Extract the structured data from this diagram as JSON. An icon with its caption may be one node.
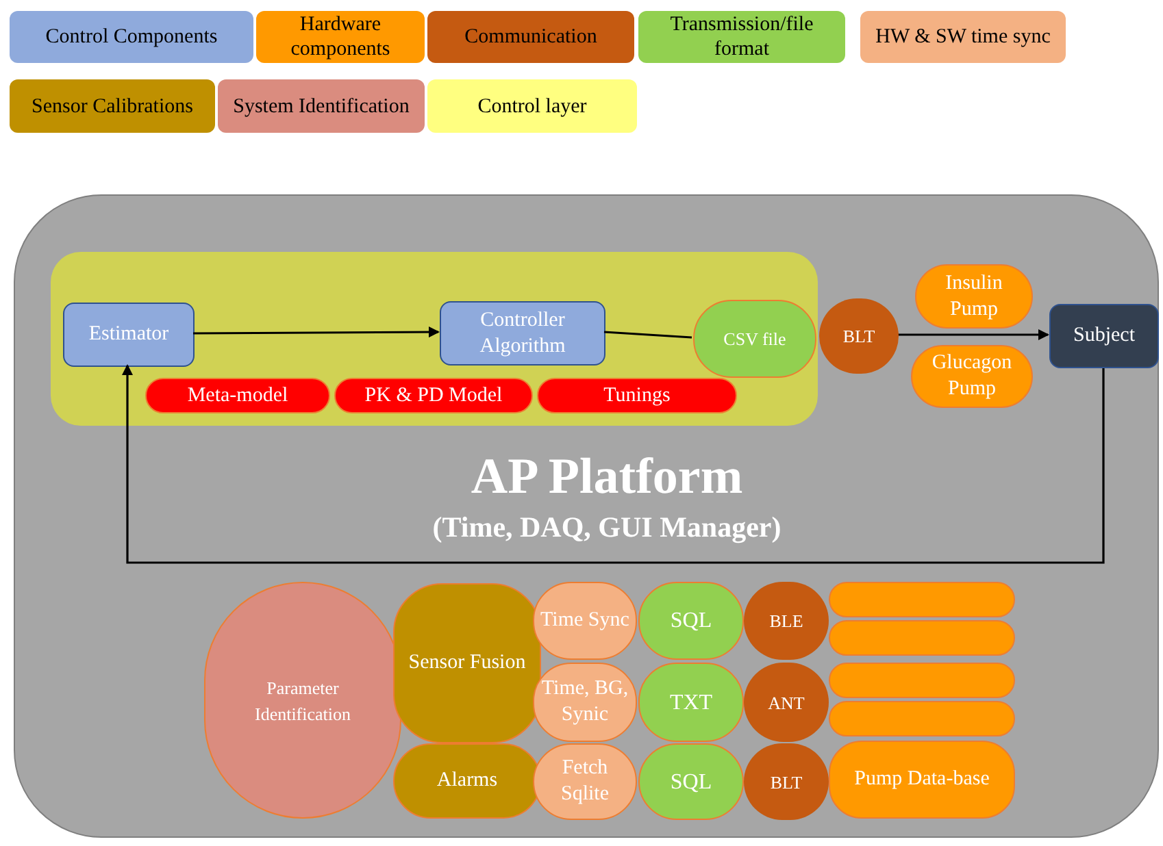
{
  "diagram": {
    "nodes": [
      {
        "text": [
          "AP Platform",
          "(Time, DAQ, GUI Manager)"
        ]
      },
      {
        "text": [],
        "shape": "box",
        "in": 0
      },
      {
        "text": [
          "Estimator"
        ],
        "in": 1
      },
      {
        "text": [
          "Controller Algorithm"
        ],
        "in": 1
      },
      {
        "text": [
          "Meta-model"
        ],
        "in": 1
      },
      {
        "text": [
          "PK & PD Model"
        ],
        "in": 1
      },
      {
        "text": [
          "Tunings"
        ],
        "in": 1
      },
      {
        "text": [
          "CSV file"
        ],
        "in": 1
      },
      {
        "text": [
          "BLT"
        ],
        "in": 0
      },
      {
        "text": [
          "Insulin Pump"
        ],
        "in": 0
      },
      {
        "text": [
          "Glucagon Pump"
        ],
        "in": 0
      },
      {
        "text": [
          "Subject"
        ],
        "in": 0
      },
      {
        "text": [
          "Parameter Identification"
        ],
        "in": 0
      },
      {
        "text": [
          "Sensor Fusion"
        ],
        "in": 0
      },
      {
        "text": [
          "Alarms"
        ],
        "in": 0
      },
      {
        "text": [
          "Time Sync"
        ],
        "in": 0
      },
      {
        "text": [
          "Time, BG, Synic"
        ],
        "in": 0
      },
      {
        "text": [
          "Fetch Sqlite"
        ],
        "in": 0
      },
      {
        "text": [
          "SQL"
        ],
        "in": 0
      },
      {
        "text": [
          "TXT"
        ],
        "in": 0
      },
      {
        "text": [
          "SQL"
        ],
        "in": 0
      },
      {
        "text": [
          "BLE"
        ],
        "in": 0
      },
      {
        "text": [
          "ANT"
        ],
        "in": 0
      },
      {
        "text": [
          "BLT"
        ],
        "in": 0
      },
      {
        "text": [],
        "shape": "box",
        "in": 0
      },
      {
        "text": [],
        "shape": "box",
        "in": 0
      },
      {
        "text": [],
        "shape": "box",
        "in": 0
      },
      {
        "text": [],
        "shape": "box",
        "in": 0
      },
      {
        "text": [
          "Pump Data-base"
        ],
        "in": 0
      }
    ],
    "edges": [
      {
        "from": 2,
        "to": 3,
        "arrow": "to"
      },
      {
        "from": 3,
        "to": 7,
        "arrow": "none"
      },
      {
        "from": 8,
        "to": 11,
        "arrow": "to"
      },
      {
        "from": 11,
        "to": 2,
        "arrow": "to"
      }
    ],
    "legend": [
      {
        "text": "Control Components",
        "color": "#8faadc"
      },
      {
        "text": "Hardware components",
        "color": "#ff9900"
      },
      {
        "text": "Communication",
        "color": "#c55a11"
      },
      {
        "text": "Transmission/file format",
        "color": "#92d050"
      },
      {
        "text": "HW & SW time sync",
        "color": "#f4b183"
      },
      {
        "text": "Sensor Calibrations",
        "color": "#bf9000"
      },
      {
        "text": "System Identification",
        "color": "#da8c7f"
      },
      {
        "text": "Control layer",
        "color": "#ffff80"
      }
    ]
  }
}
